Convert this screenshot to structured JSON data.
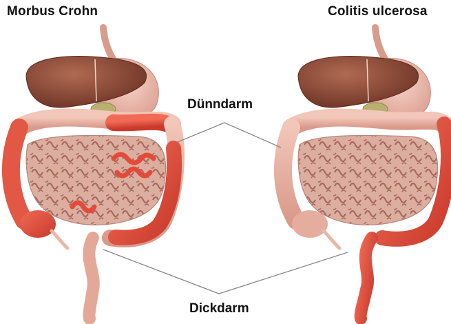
{
  "titles": {
    "left": "Morbus Crohn",
    "right": "Colitis ulcerosa"
  },
  "labels": {
    "small_intestine": "Dünndarm",
    "large_intestine": "Dickdarm"
  },
  "colors": {
    "liver": "#8a4a36",
    "stomach": "#e8b6a6",
    "gallbladder": "#b8b070",
    "intestine": "#e9b7a8",
    "inflamed": "#e24b3a",
    "fold": "#a86a5e",
    "leader_line": "#888888"
  }
}
